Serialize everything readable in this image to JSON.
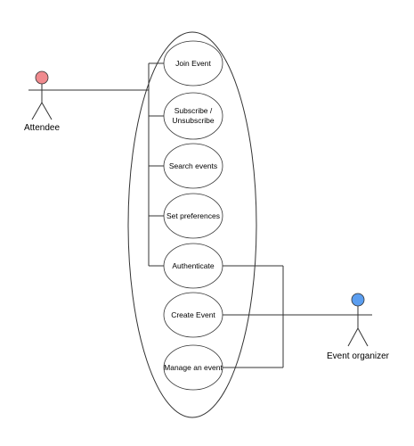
{
  "actors": {
    "attendee": {
      "label": "Attendee",
      "head_color": "#f08a8e"
    },
    "organizer": {
      "label": "Event organizer",
      "head_color": "#5b9ef0"
    }
  },
  "use_cases": {
    "join_event": {
      "label": "Join Event"
    },
    "subscribe": {
      "label_line1": "Subscribe /",
      "label_line2": "Unsubscribe"
    },
    "search_events": {
      "label": "Search events"
    },
    "set_preferences": {
      "label": "Set preferences"
    },
    "authenticate": {
      "label": "Authenticate"
    },
    "create_event": {
      "label": "Create Event"
    },
    "manage_event": {
      "label": "Manage an event"
    }
  }
}
